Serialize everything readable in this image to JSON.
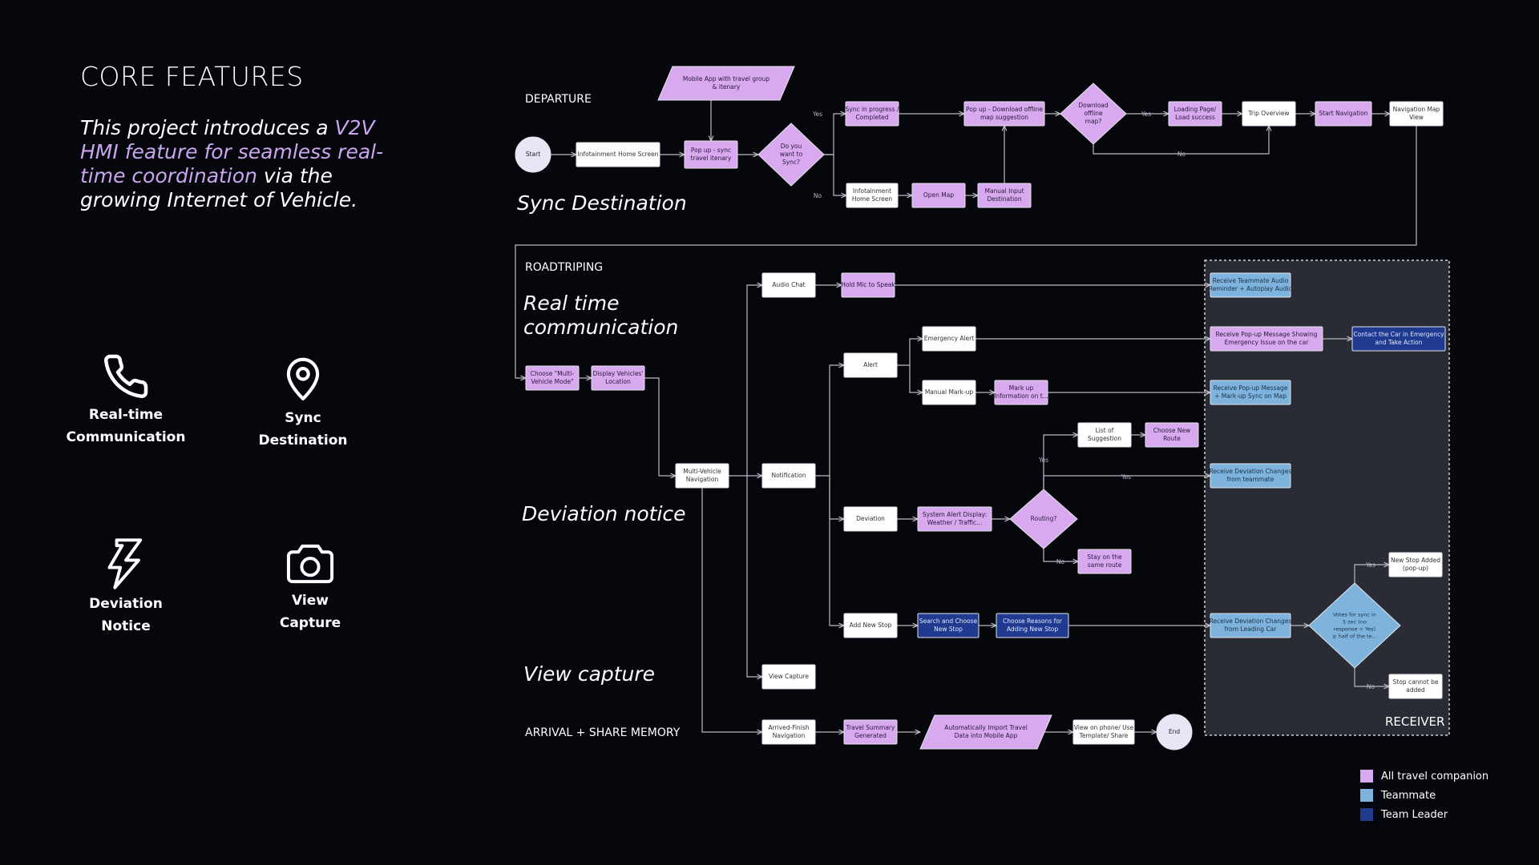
{
  "header": {
    "title": "CORE FEATURES",
    "intro_1": "This project introduces a ",
    "intro_hl": "V2V HMI feature for seamless real-time coordination",
    "intro_2": " via the growing Internet of Vehicle."
  },
  "features": [
    {
      "icon": "phone-icon",
      "line1": "Real-time",
      "line2": "Communication"
    },
    {
      "icon": "location-pin-icon",
      "line1": "Sync",
      "line2": "Destination"
    },
    {
      "icon": "lightning-icon",
      "line1": "Deviation",
      "line2": "Notice"
    },
    {
      "icon": "camera-icon",
      "line1": "View",
      "line2": "Capture"
    }
  ],
  "colors": {
    "all_travel": "#d8a9ee",
    "teammate": "#7db3dd",
    "team_leader": "#1f3a8f",
    "white_node": "#ffffff",
    "background": "#06070d",
    "receiver_bg": "#2a2c35"
  },
  "sections": {
    "departure": "DEPARTURE",
    "roadtriping": "ROADTRIPING",
    "arrival": "ARRIVAL + SHARE MEMORY",
    "receiver": "RECEIVER"
  },
  "captions": {
    "sync": "Sync Destination",
    "realtime_1": "Real time",
    "realtime_2": "communication",
    "deviation": "Deviation notice",
    "view": "View capture"
  },
  "nodes": {
    "start": "Start",
    "end": "End",
    "infotainment_home": "Infotainment Home Screen",
    "mobile_app_1": "Mobile App with travel group",
    "mobile_app_2": "& itenary",
    "popup_sync_1": "Pop up - sync",
    "popup_sync_2": "travel itenary",
    "want_sync_1": "Do you",
    "want_sync_2": "want to",
    "want_sync_3": "Sync?",
    "sync_progress_1": "Sync in progress /",
    "sync_progress_2": "Completed",
    "infotainment_home_2a": "Infotainment",
    "infotainment_home_2b": "Home Screen",
    "open_map": "Open Map",
    "manual_input_1": "Manual Input",
    "manual_input_2": "Destination",
    "popup_download_1": "Pop up - Download offline",
    "popup_download_2": "map suggestion",
    "download_q_1": "Download",
    "download_q_2": "offline",
    "download_q_3": "map?",
    "loading_1": "Loading Page/",
    "loading_2": "Load success",
    "trip_overview": "Trip Overview",
    "start_navigation": "Start Navigation",
    "nav_map_1": "Navigation  Map",
    "nav_map_2": "View",
    "choose_multi_1": "Choose \"Multi-",
    "choose_multi_2": "Vehicle Mode\"",
    "display_loc_1": "Display Vehicles'",
    "display_loc_2": "Location",
    "multi_nav_1": "Multi-Vehicle",
    "multi_nav_2": "Navigation",
    "audio_chat": "Audio Chat",
    "hold_mic": "Hold Mic to Speak",
    "notification": "Notification",
    "alert": "Alert",
    "emergency_alert": "Emergency Alert",
    "manual_markup": "Manual Mark-up",
    "markup_info_1": "Mark up",
    "markup_info_2": "Information on t...",
    "deviation": "Deviation",
    "system_alert_1": "System Alert Display:",
    "system_alert_2": "Weather / Traffic...",
    "routing": "Routing?",
    "list_suggestion_1": "List of",
    "list_suggestion_2": "Suggestion",
    "choose_route_1": "Choose New",
    "choose_route_2": "Route",
    "stay_route_1": "Stay on the",
    "stay_route_2": "same route",
    "add_stop": "Add New Stop",
    "search_stop_1": "Search and Choose",
    "search_stop_2": "New Stop",
    "choose_reasons_1": "Choose Reasons for",
    "choose_reasons_2": "Adding New Stop",
    "view_capture": "View Capture",
    "arrived_1": "Arrived-Finish",
    "arrived_2": "Navigation",
    "travel_summary_1": "Travel Summary",
    "travel_summary_2": "Generated",
    "auto_import_1": "Automatically Import Travel",
    "auto_import_2": "Data into Mobile App",
    "view_phone_1": "View on phone/ Use",
    "view_phone_2": "Template/ Share",
    "recv_audio_1": "Receive Teammate Audio",
    "recv_audio_2": "Reminder + Autoplay Audio",
    "recv_popup_1": "Receive Pop-up Message Showing",
    "recv_popup_2": "Emergency Issue on the car",
    "contact_car_1": "Contact the Car in Emergency",
    "contact_car_2": "and Take Action",
    "recv_markup_1": "Receive Pop-up Message",
    "recv_markup_2": "+ Mark-up Sync on Map",
    "recv_dev_1": "Receive Deviation Changes",
    "recv_dev_2": "from teammate",
    "recv_dev_leader_1": "Receive Deviation Changes",
    "recv_dev_leader_2": "from Leading Car",
    "votes_1": "Votes for sync in",
    "votes_2": "5 sec (no",
    "votes_3": "response = Yes)",
    "votes_4": "≥ half of the te...",
    "new_stop_added_1": "New Stop Added",
    "new_stop_added_2": "(pop-up)",
    "stop_cannot_1": "Stop cannot be",
    "stop_cannot_2": "added",
    "yes": "Yes",
    "no": "No"
  },
  "legend": [
    {
      "label": "All travel companion",
      "color": "#d8a9ee"
    },
    {
      "label": "Teammate",
      "color": "#7db3dd"
    },
    {
      "label": "Team Leader",
      "color": "#1f3a8f"
    }
  ]
}
